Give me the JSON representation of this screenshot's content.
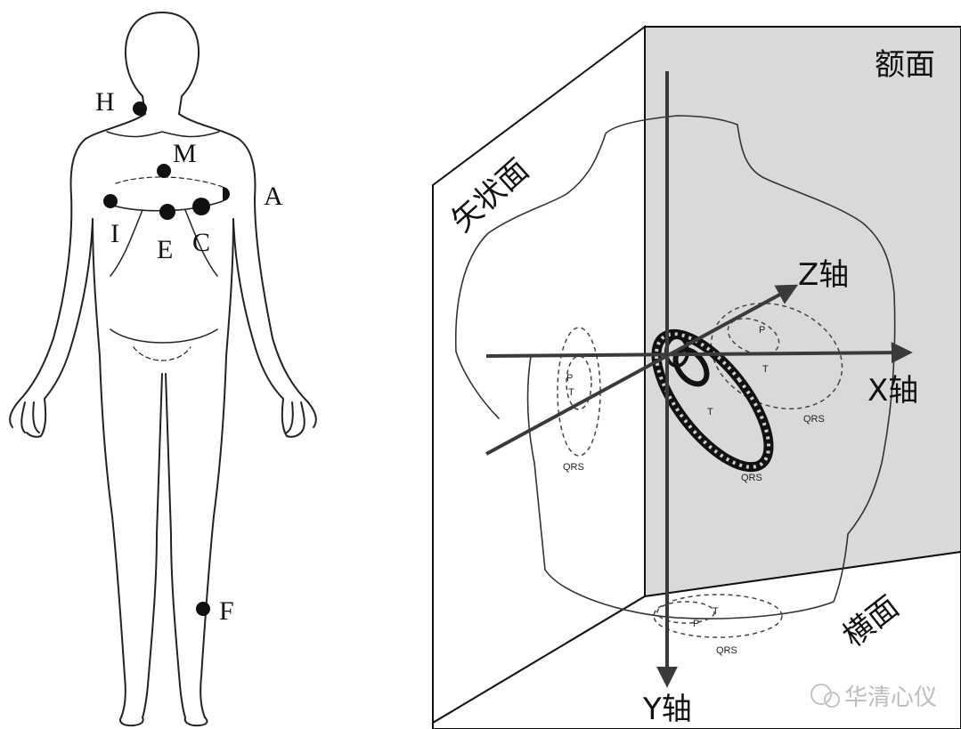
{
  "electrodes": {
    "H": "H",
    "M": "M",
    "A": "A",
    "I": "I",
    "E": "E",
    "C": "C",
    "F": "F"
  },
  "planes": {
    "frontal": "额面",
    "sagittal": "矢状面",
    "transverse": "横面"
  },
  "axes": {
    "x": "X轴",
    "y": "Y轴",
    "z": "Z轴"
  },
  "loop_labels": {
    "p": "P",
    "t": "T",
    "qrs": "QRS"
  },
  "watermark": "华清心仪",
  "colors": {
    "background": "#ffffff",
    "frontal_plane": "#d9d9d9",
    "ink": "#111111",
    "axis": "#3a3a3a"
  }
}
